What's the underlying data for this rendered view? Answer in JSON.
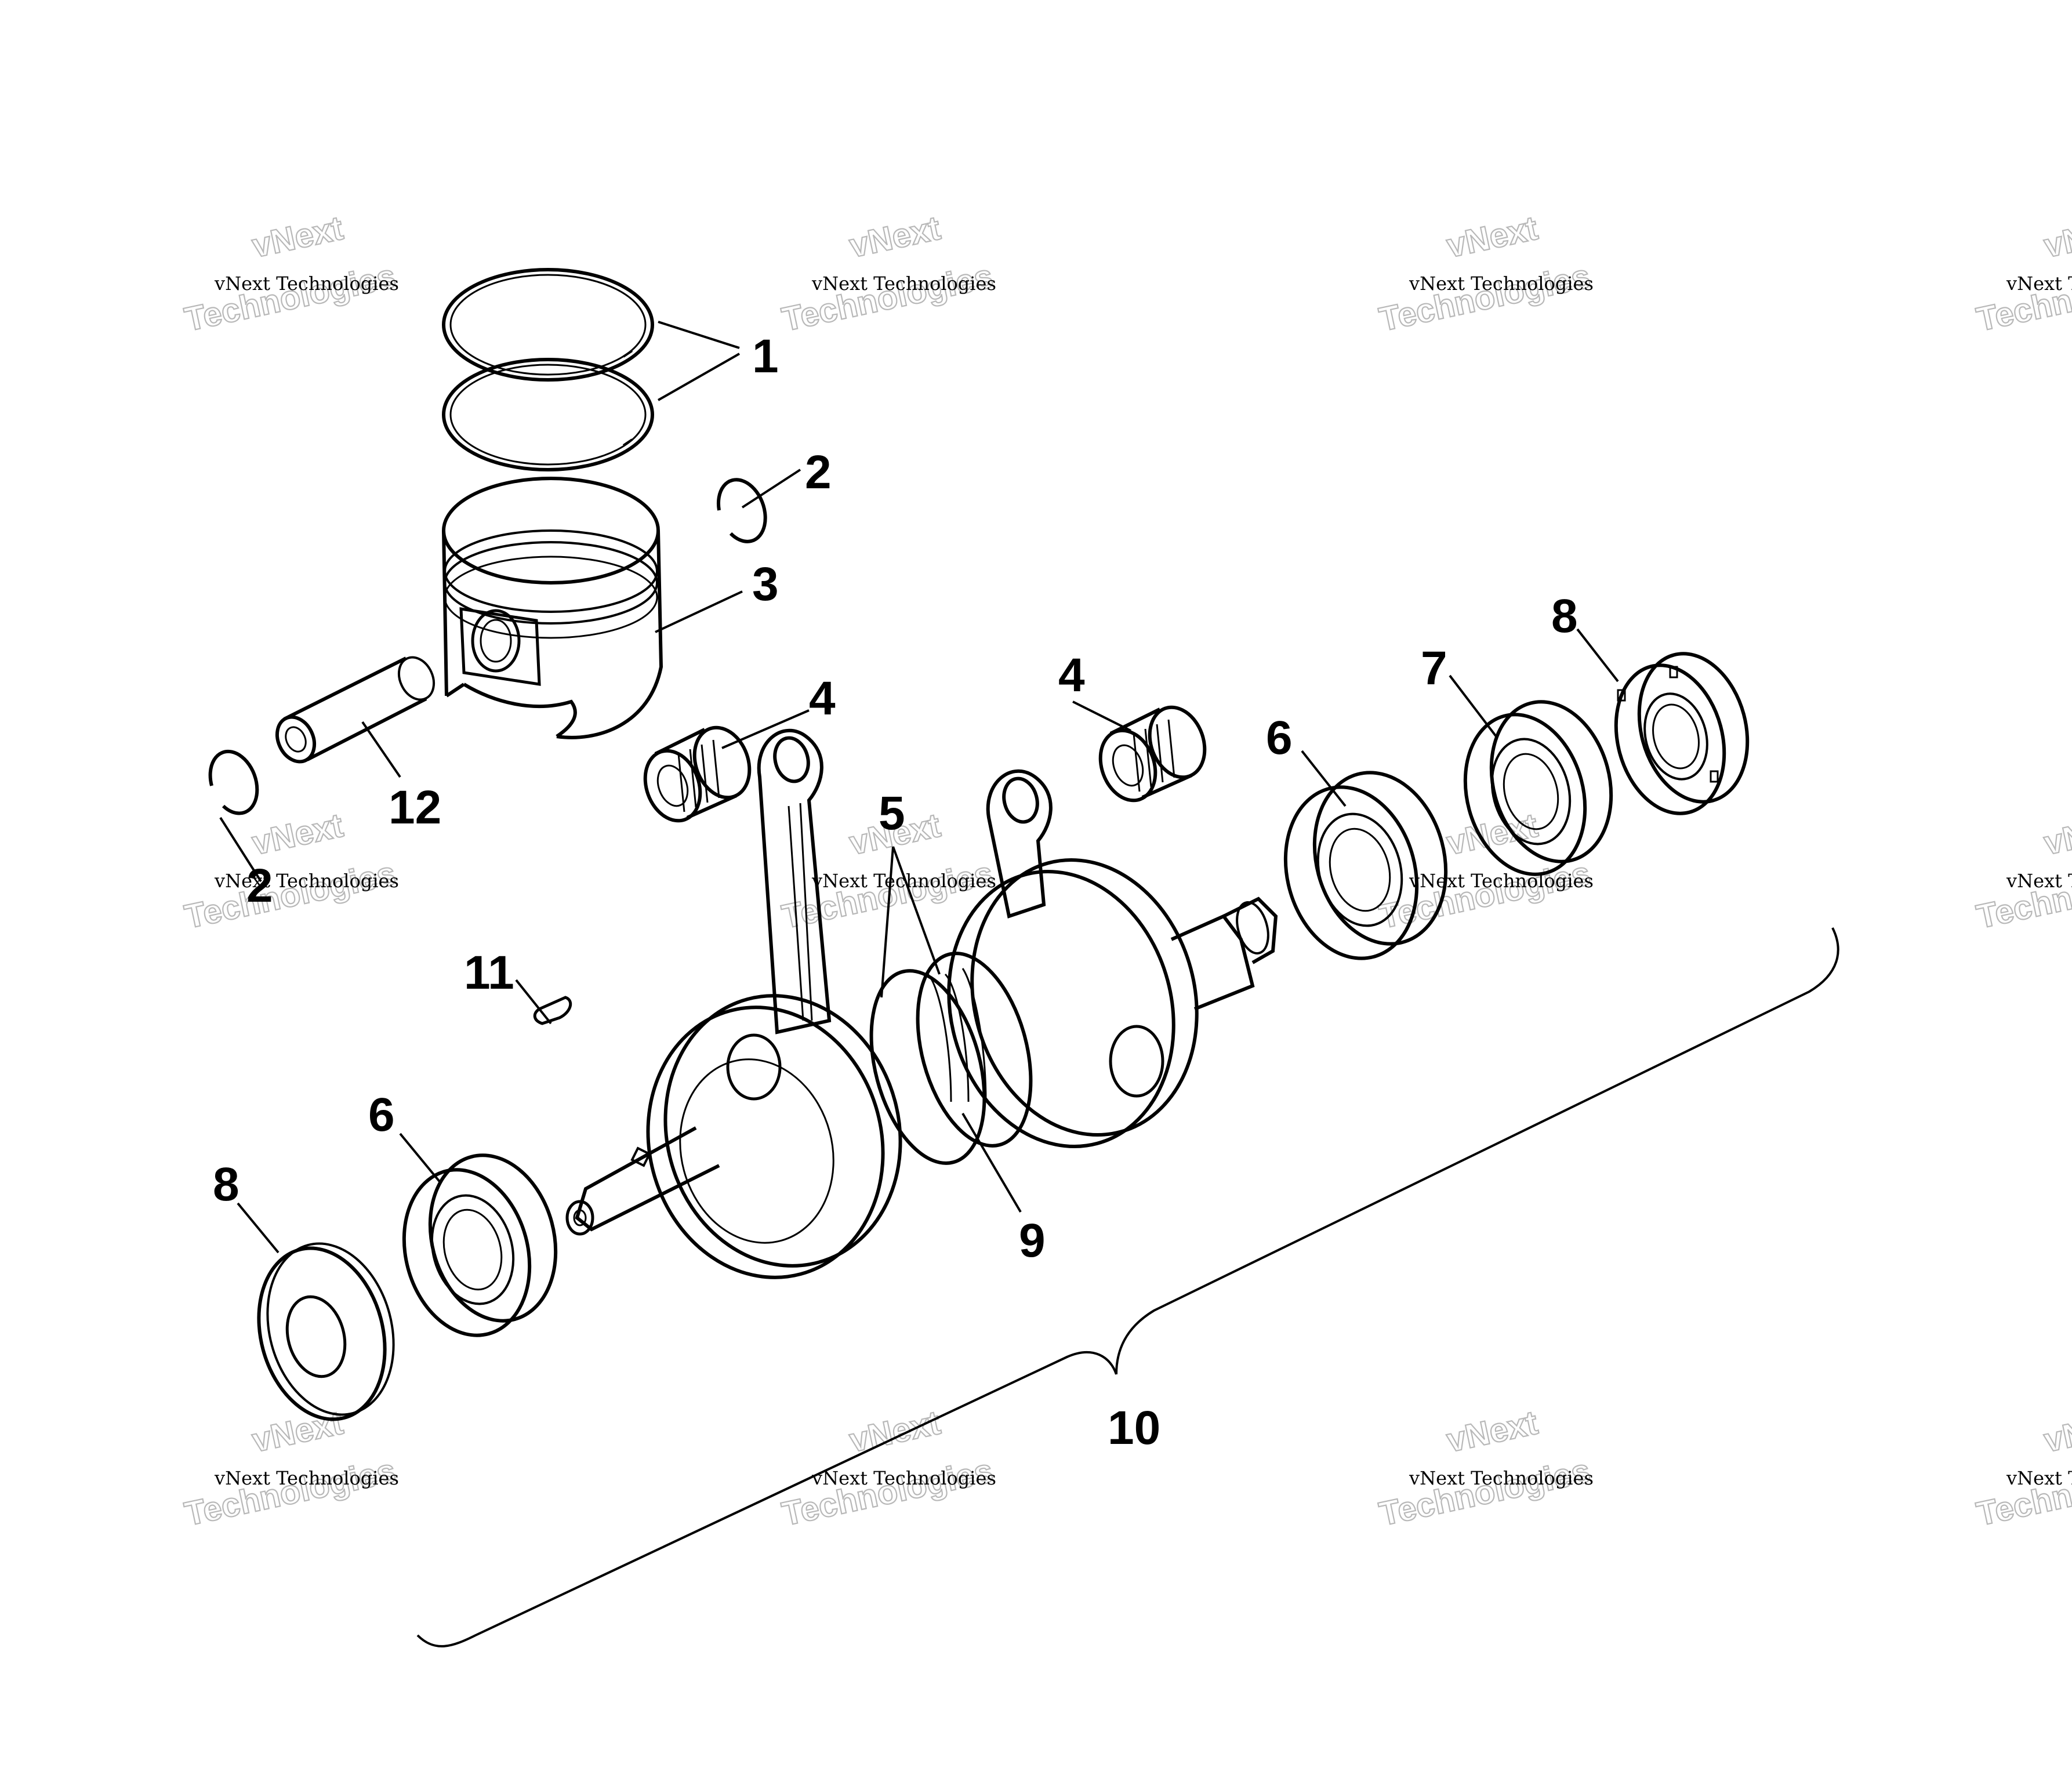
{
  "callouts": {
    "c1": "1",
    "c2a": "2",
    "c2b": "2",
    "c3": "3",
    "c4a": "4",
    "c4b": "4",
    "c5": "5",
    "c6a": "6",
    "c6b": "6",
    "c7": "7",
    "c8a": "8",
    "c8b": "8",
    "c9": "9",
    "c10": "10",
    "c11": "11",
    "c12": "12"
  },
  "watermark": {
    "line1": "vNext Technologies",
    "line2": "vNext",
    "line3": "Technologies"
  }
}
